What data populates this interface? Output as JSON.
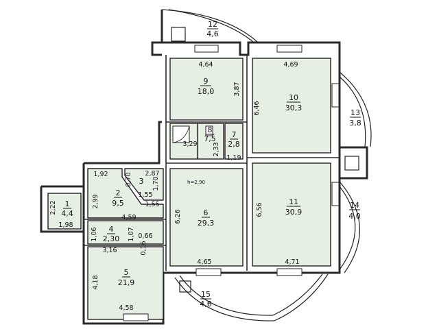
{
  "rooms": [
    {
      "num": "1",
      "area": "4,4"
    },
    {
      "num": "2",
      "area": "9,5"
    },
    {
      "num": "3",
      "area": ""
    },
    {
      "num": "4",
      "area": "2,30"
    },
    {
      "num": "5",
      "area": "21,9"
    },
    {
      "num": "6",
      "area": "29,3"
    },
    {
      "num": "7",
      "area": "2,8"
    },
    {
      "num": "8",
      "area": "7,5"
    },
    {
      "num": "9",
      "area": "18,0"
    },
    {
      "num": "10",
      "area": "30,3"
    },
    {
      "num": "11",
      "area": "30,9"
    },
    {
      "num": "12",
      "area": "4,6"
    },
    {
      "num": "13",
      "area": "3,8"
    },
    {
      "num": "14",
      "area": "4,0"
    },
    {
      "num": "15",
      "area": "4,6"
    }
  ],
  "dimensions": {
    "r9_top": "4,64",
    "r9_side": "3,87",
    "r10_top": "4,69",
    "r10_side": "6,46",
    "r8_side": "3,29",
    "r8_side2": "2,33",
    "r7_bottom": "1,19",
    "r2_top": "1,92",
    "r2_side": "2,99",
    "r2_diag": "0,70",
    "r3_top": "2,87",
    "r3_side": "1,70",
    "r3_a": "1,55",
    "r3_b": "1,55",
    "r1_side": "2,22",
    "r1_bottom": "1,98",
    "r4_top": "4,59",
    "r4_side": "1,06",
    "r4_a": "1,07",
    "r4_b": "0,66",
    "r4_c": "0,16",
    "r4_bottom": "3,16",
    "r5_side": "4,18",
    "r5_bottom": "4,58",
    "r6_side": "6,26",
    "r6_bottom": "4,65",
    "r11_side": "6,56",
    "r11_bottom": "4,71",
    "ceiling": "h=2,90"
  }
}
